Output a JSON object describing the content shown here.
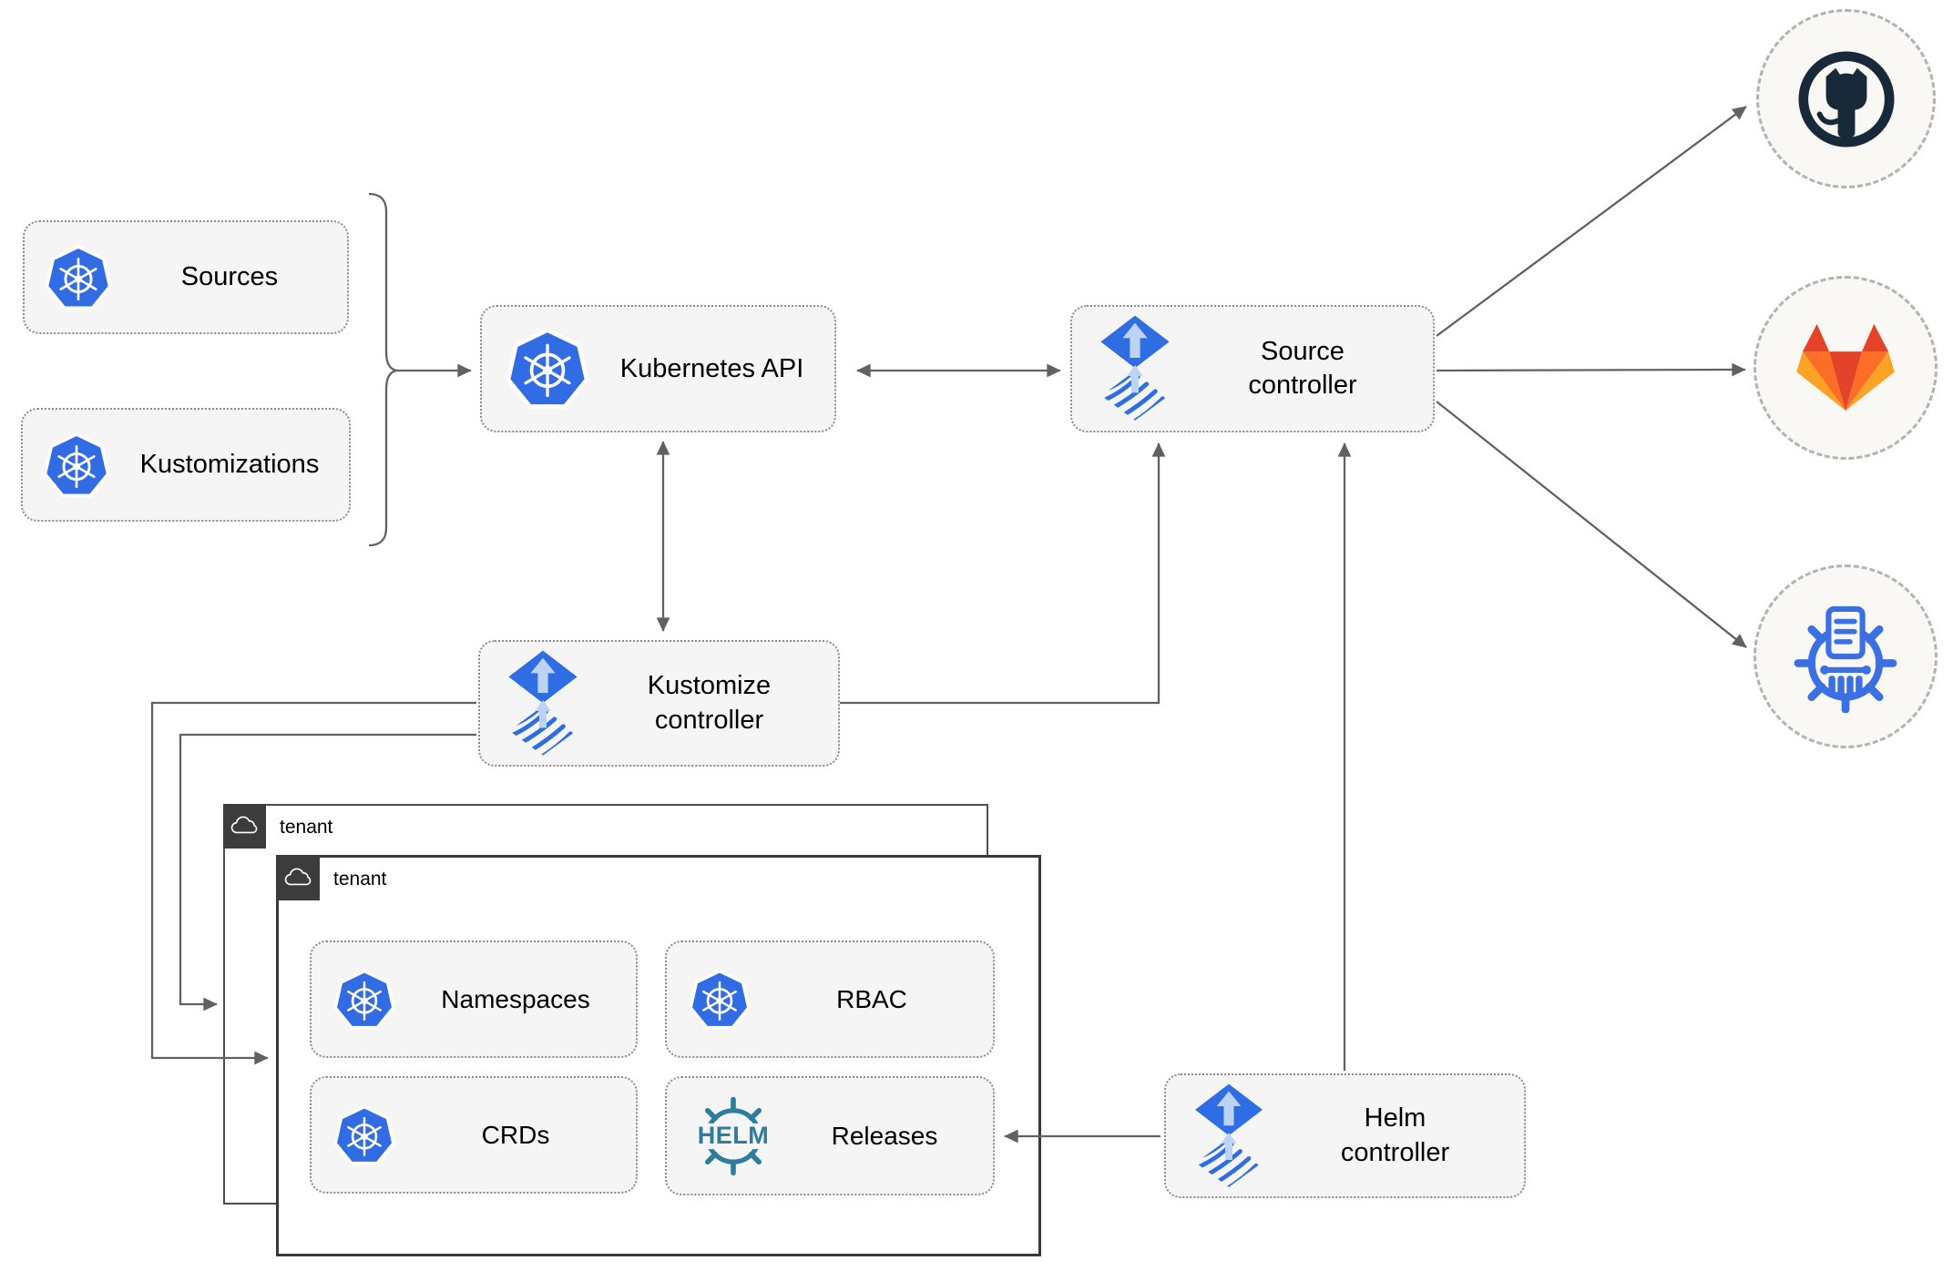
{
  "boxes": {
    "sources": {
      "label": "Sources",
      "icon": "kubernetes-icon"
    },
    "kustomizations": {
      "label": "Kustomizations",
      "icon": "kubernetes-icon"
    },
    "kubernetes_api": {
      "label": "Kubernetes API",
      "icon": "kubernetes-icon"
    },
    "source_controller": {
      "label": "Source controller",
      "icon": "flux-icon"
    },
    "kustomize_controller": {
      "label": "Kustomize controller",
      "icon": "flux-icon"
    },
    "helm_controller": {
      "label": "Helm controller",
      "icon": "flux-icon"
    },
    "namespaces": {
      "label": "Namespaces",
      "icon": "kubernetes-icon"
    },
    "rbac": {
      "label": "RBAC",
      "icon": "kubernetes-icon"
    },
    "crds": {
      "label": "CRDs",
      "icon": "kubernetes-icon"
    },
    "releases": {
      "label": "Releases",
      "icon": "helm-icon",
      "icon_text": "HELM"
    }
  },
  "groups": {
    "tenant_outer": {
      "label": "tenant",
      "icon": "cloud-icon"
    },
    "tenant_inner": {
      "label": "tenant",
      "icon": "cloud-icon"
    }
  },
  "external": {
    "github": {
      "icon": "github-icon"
    },
    "gitlab": {
      "icon": "gitlab-icon"
    },
    "chartmuseum": {
      "icon": "chartmuseum-icon"
    }
  },
  "colors": {
    "kubernetes_blue": "#326ce5",
    "flux_blue": "#2f6de4",
    "flux_arrow_light": "#bdd3f3",
    "helm_teal": "#2e7d9e",
    "github_dark": "#18293a",
    "gitlab_red": "#e24329",
    "gitlab_orange": "#fc6d26",
    "gitlab_yellow": "#fca326",
    "chartmuseum_blue": "#3b70e4",
    "connector_gray": "#616161",
    "node_fill": "#f5f5f5",
    "circle_fill": "#f9f8f4",
    "tenant_tab_dark": "#3c3c3c"
  }
}
